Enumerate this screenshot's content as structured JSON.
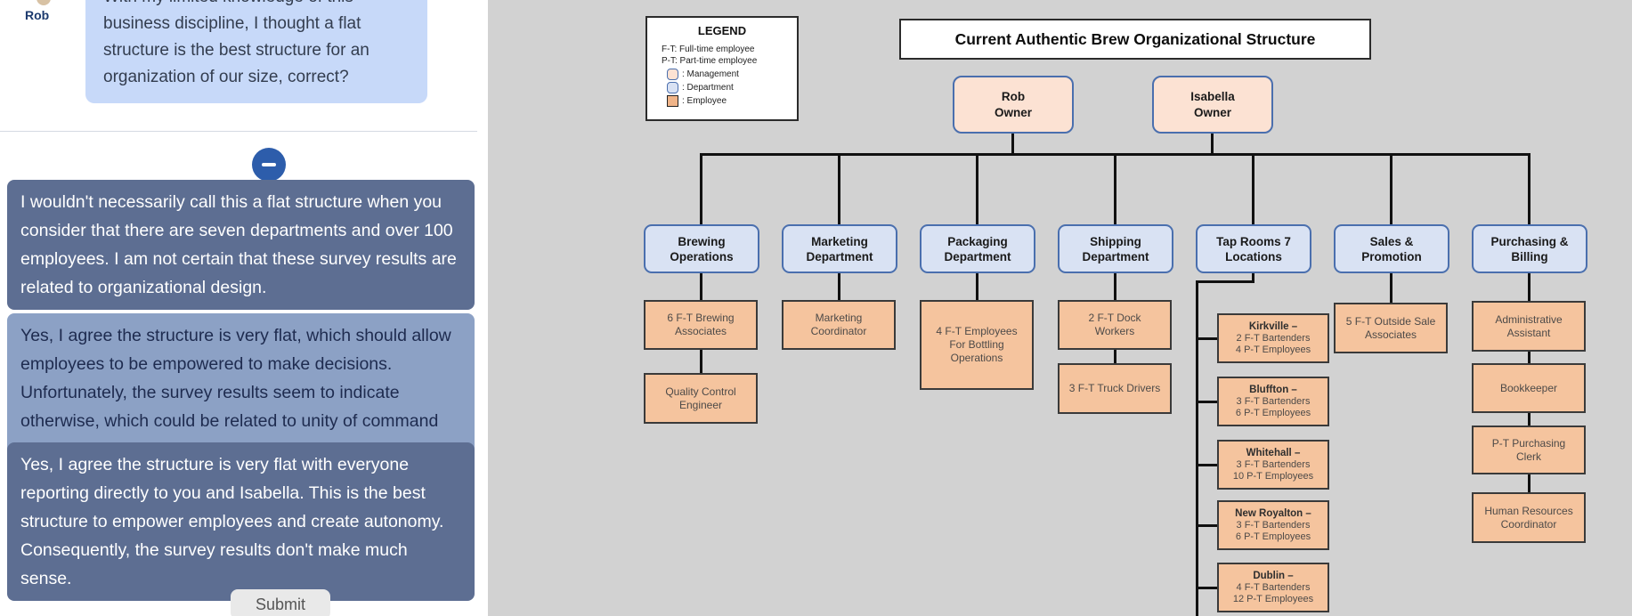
{
  "chat": {
    "sender": "Rob",
    "question": "With my limited knowledge of this business discipline, I thought a flat structure is the best structure for an organization of our size, correct?",
    "options": [
      {
        "variant": "dark",
        "text": "I wouldn't necessarily call this a flat structure when you consider that there are seven departments and over 100 employees. I am not certain that these survey results are related to organizational design."
      },
      {
        "variant": "light",
        "text": "Yes, I agree the structure is very flat, which should allow employees to be empowered to make decisions. Unfortunately, the survey results seem to indicate otherwise, which could be related to unity of command issues between you and Isabella."
      },
      {
        "variant": "dark",
        "text": "Yes, I agree the structure is very flat with everyone reporting directly to you and Isabella. This is the best structure to empower employees and create autonomy.  Consequently, the survey results don't make much sense."
      }
    ],
    "submit_label": "Submit",
    "icons": {
      "collapse": "minus-icon"
    }
  },
  "org_chart": {
    "title": "Current Authentic Brew Organizational Structure",
    "legend": {
      "title": "LEGEND",
      "abbreviations": [
        "F-T: Full-time employee",
        "P-T: Part-time employee"
      ],
      "swatches": [
        {
          "label": ": Management",
          "color": "#fce2d3"
        },
        {
          "label": ": Department",
          "color": "#d9e2f3"
        },
        {
          "label": ": Employee",
          "color": "#f0b488"
        }
      ]
    },
    "management": [
      {
        "name": "Rob",
        "role": "Owner"
      },
      {
        "name": "Isabella",
        "role": "Owner"
      }
    ],
    "departments": [
      {
        "name": "Brewing Operations",
        "employees": [
          "6 F-T Brewing Associates",
          "Quality Control Engineer"
        ]
      },
      {
        "name": "Marketing Department",
        "employees": [
          "Marketing Coordinator"
        ]
      },
      {
        "name": "Packaging Department",
        "employees": [
          "4 F-T Employees For Bottling Operations"
        ]
      },
      {
        "name": "Shipping Department",
        "employees": [
          "2 F-T Dock Workers",
          "3 F-T Truck Drivers"
        ]
      },
      {
        "name": "Tap Rooms 7 Locations",
        "employees": []
      },
      {
        "name": "Sales & Promotion",
        "employees": [
          "5 F-T Outside Sale Associates"
        ]
      },
      {
        "name": "Purchasing & Billing",
        "employees": [
          "Administrative Assistant",
          "Bookkeeper",
          "P-T Purchasing Clerk",
          "Human Resources Coordinator"
        ]
      }
    ],
    "tap_rooms": [
      {
        "name": "Kirkville –",
        "detail": "2 F-T Bartenders\n4 P-T Employees"
      },
      {
        "name": "Bluffton –",
        "detail": "3 F-T Bartenders\n6 P-T Employees"
      },
      {
        "name": "Whitehall –",
        "detail": "3 F-T Bartenders\n10 P-T Employees"
      },
      {
        "name": "New Royalton –",
        "detail": "3 F-T Bartenders\n6 P-T Employees"
      },
      {
        "name": "Dublin –",
        "detail": "4 F-T Bartenders\n12 P-T Employees"
      }
    ],
    "colors": {
      "chart_background": "#d2d2d2",
      "management_fill": "#fce2d3",
      "department_fill": "#d9e2f3",
      "employee_fill": "#f5c49e",
      "box_border_blue": "#4a6fae",
      "connector": "#111111",
      "question_bubble": "#c7d9f9",
      "option_dark": "#5d6e92",
      "option_light": "#8ca1c5",
      "collapse_button": "#2d5dab"
    }
  }
}
